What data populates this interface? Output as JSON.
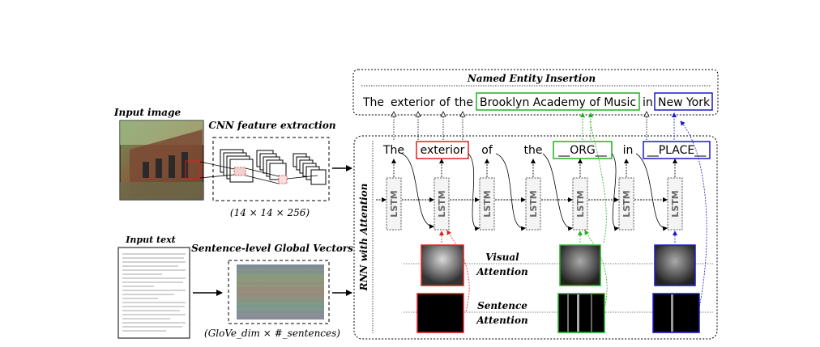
{
  "section_titles": {
    "input_image": "Input image",
    "cnn": "CNN feature extraction",
    "input_text": "Input text",
    "sentence_vectors": "Sentence-level Global Vectors",
    "named_entity_insertion": "Named Entity Insertion",
    "rnn_with_attention": "RNN with Attention",
    "visual_attention_1": "Visual",
    "visual_attention_2": "Attention",
    "sentence_attention_1": "Sentence",
    "sentence_attention_2": "Attention"
  },
  "dims": {
    "cnn": "(14 × 14 × 256)",
    "glove": "(GloVe_dim × #_sentences)"
  },
  "final_caption": {
    "w1": "The",
    "w2": "exterior",
    "w3": "of",
    "w4": "the",
    "org": "Brooklyn Academy of Music",
    "w5": "in",
    "place": "New York"
  },
  "template_caption": {
    "w1": "The",
    "w2": "exterior",
    "w3": "of",
    "w4": "the",
    "w5": "__ORG__",
    "w6": "in",
    "w7": "__PLACE__"
  },
  "lstm_label": "LSTM",
  "colors": {
    "red": "#e02020",
    "green": "#22b022",
    "blue": "#1a1acc"
  }
}
